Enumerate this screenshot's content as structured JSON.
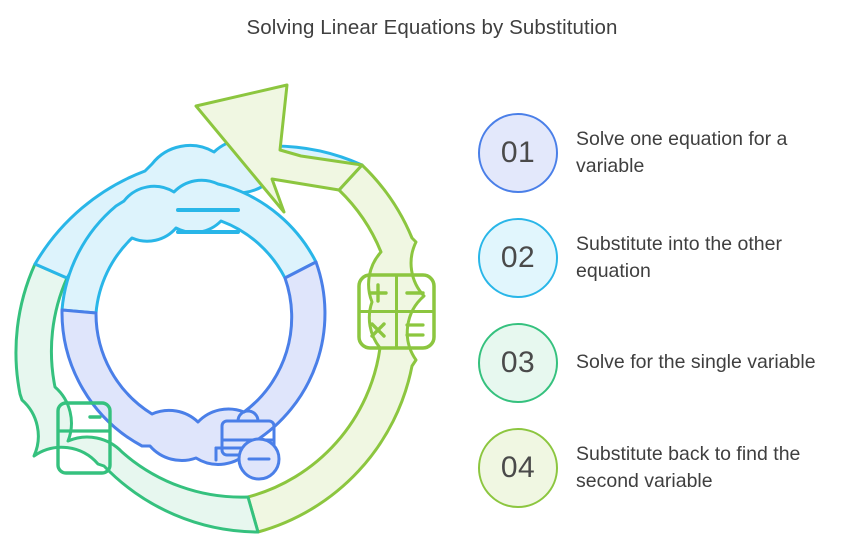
{
  "title": "Solving Linear Equations by Substitution",
  "steps": [
    {
      "number": "01",
      "text": "Solve one equation for a variable",
      "stroke": "#4a7fe8",
      "fill": "#e3e8fb"
    },
    {
      "number": "02",
      "text": "Substitute into the other equation",
      "stroke": "#29b6e8",
      "fill": "#e1f6fd"
    },
    {
      "number": "03",
      "text": "Solve for the single variable",
      "stroke": "#35c17e",
      "fill": "#e7f8ef"
    },
    {
      "number": "04",
      "text": "Substitute back to find the second variable",
      "stroke": "#8cc63f",
      "fill": "#f0f7e2"
    }
  ],
  "diagram": {
    "type": "spiral-arrow-cycle",
    "colors": {
      "cyan_stroke": "#29b6e8",
      "cyan_fill": "#ddf3fc",
      "green_stroke": "#35c17e",
      "green_fill": "#e7f7ef",
      "olive_stroke": "#8cc63f",
      "olive_fill": "#f0f7e2",
      "blue_stroke": "#4a7fe8",
      "blue_fill": "#dfe5fb"
    },
    "icons": [
      {
        "name": "equals-icon",
        "symbol": "=",
        "color": "#29b6e8"
      },
      {
        "name": "calculator-icon",
        "symbol": "+ - x =",
        "color": "#8cc63f"
      },
      {
        "name": "document-icon",
        "symbol": "doc",
        "color": "#35c17e"
      },
      {
        "name": "briefcase-minus-icon",
        "symbol": "briefcase",
        "color": "#4a7fe8"
      }
    ]
  }
}
